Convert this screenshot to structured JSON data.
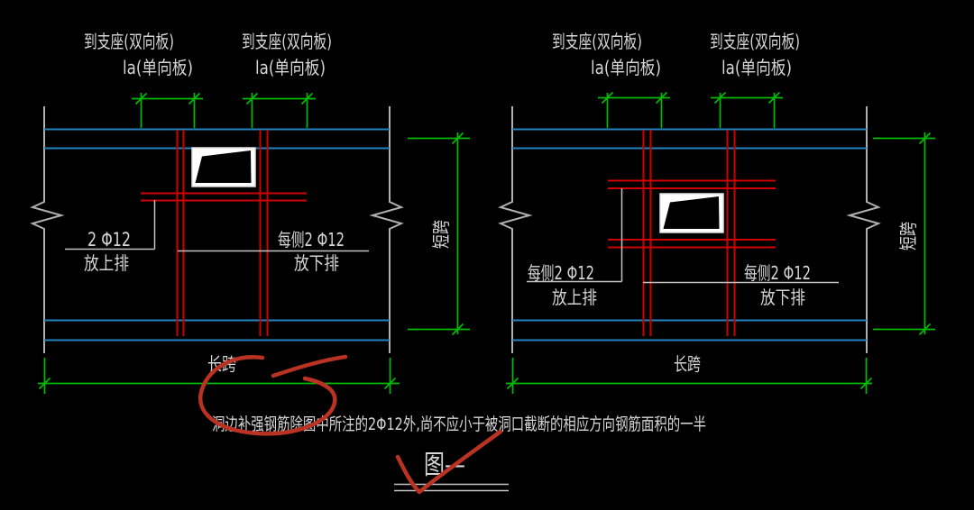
{
  "drawing": {
    "colors": {
      "background": "#000000",
      "rebar_red": "#d00000",
      "dimension_green": "#00bb00",
      "slab_blue": "#2583c0",
      "edge_gray": "#b0b0b0",
      "text_white": "#d6d6d6",
      "hand_annotation_red": "#b93222"
    },
    "panels": [
      {
        "top_callouts": [
          {
            "line1": "到支座(双向板)",
            "line2": "la(单向板)"
          },
          {
            "line1": "到支座(双向板)",
            "line2": "la(单向板)"
          }
        ],
        "left_callout": {
          "line1": "2 Φ12",
          "line2": "放上排"
        },
        "right_callout": {
          "line1": "每侧2 Φ12",
          "line2": "放下排"
        },
        "long_span_label": "长跨",
        "short_span_label": "短跨"
      },
      {
        "top_callouts": [
          {
            "line1": "到支座(双向板)",
            "line2": "la(单向板)"
          },
          {
            "line1": "到支座(双向板)",
            "line2": "la(单向板)"
          }
        ],
        "left_callout": {
          "line1": "每侧2 Φ12",
          "line2": "放上排"
        },
        "right_callout": {
          "line1": "每侧2 Φ12",
          "line2": "放下排"
        },
        "long_span_label": "长跨",
        "short_span_label": "短跨"
      }
    ],
    "note": "洞边补强钢筋除图中所注的2Φ12外,尚不应小于被洞口截断的相应方向钢筋面积的一半",
    "figure_title": "图—"
  }
}
